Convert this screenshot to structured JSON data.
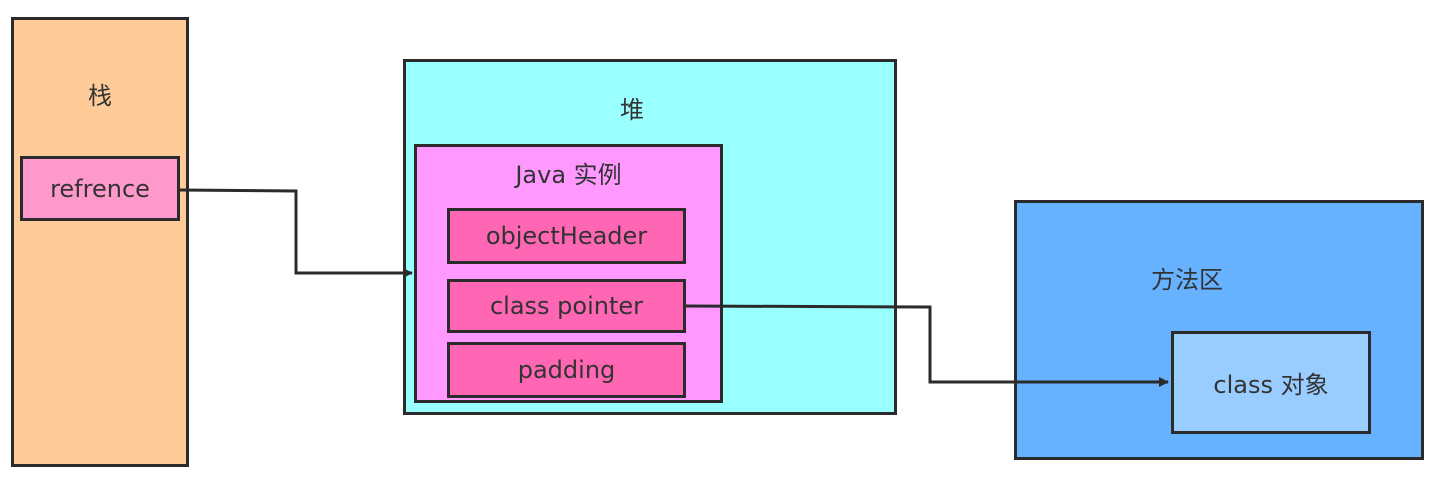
{
  "colors": {
    "stack": "#FFCC99",
    "heap": "#99FFFF",
    "java_instance": "#FF99FF",
    "field": "#FF66B3",
    "reference": "#FF99CC",
    "method_area": "#66B2FF",
    "class_object": "#99CCFF",
    "stroke": "#2b2b2b"
  },
  "stack": {
    "title": "栈",
    "reference": "refrence"
  },
  "heap": {
    "title": "堆",
    "java_instance": {
      "title": "Java 实例",
      "fields": [
        "objectHeader",
        "class pointer",
        "padding"
      ]
    }
  },
  "method_area": {
    "title": "方法区",
    "class_object": "class 对象"
  }
}
